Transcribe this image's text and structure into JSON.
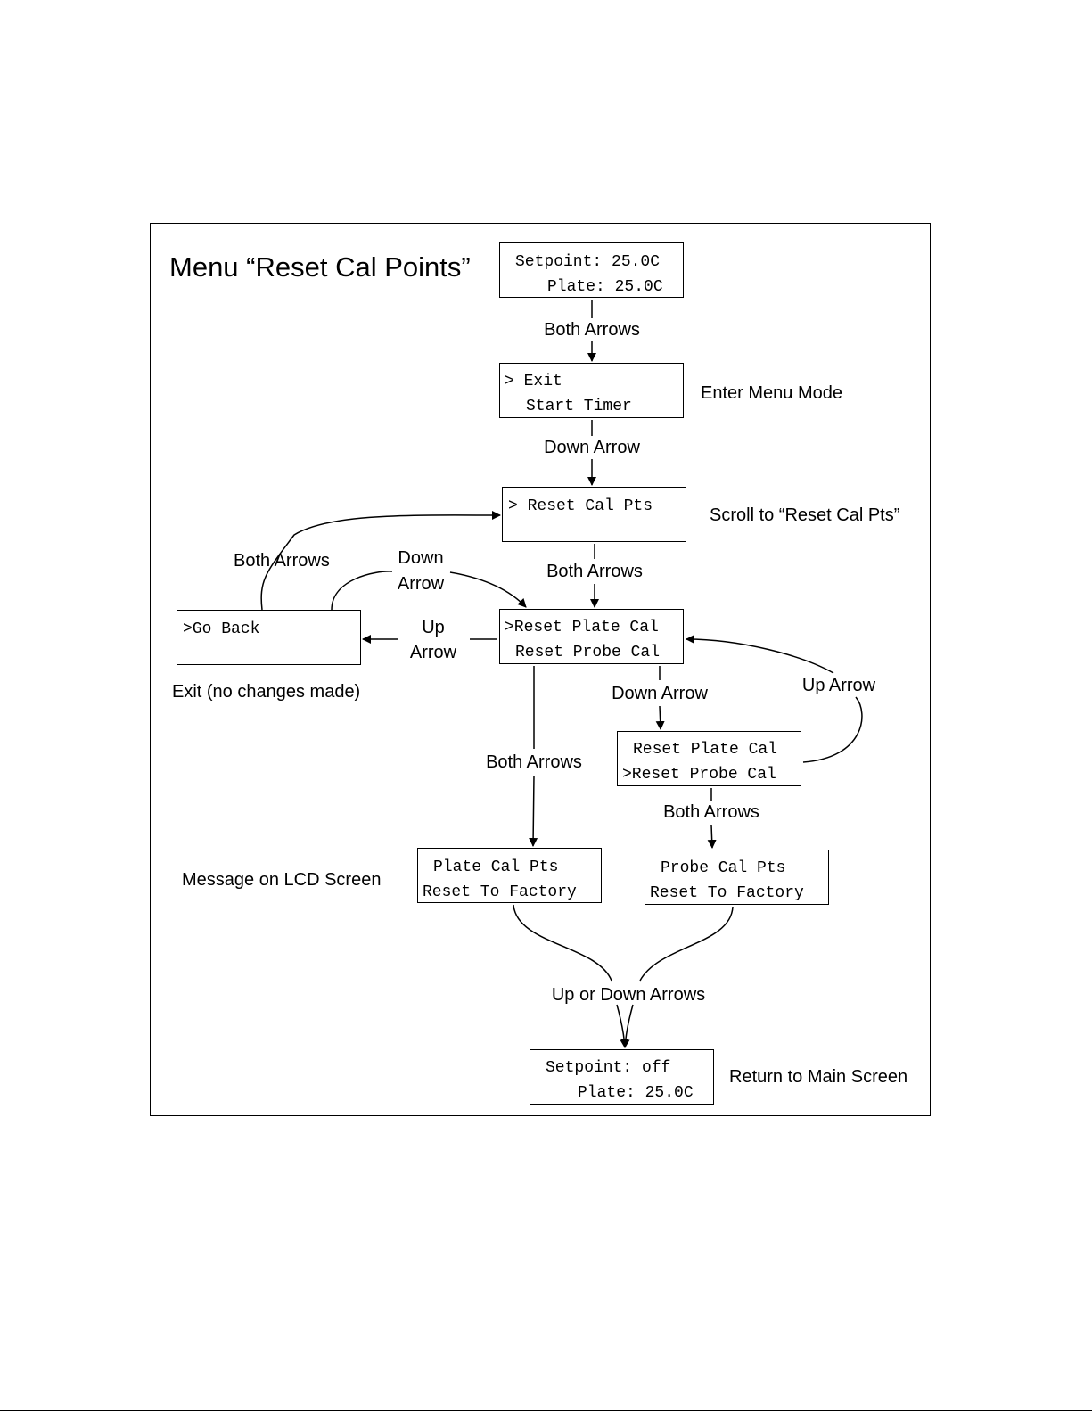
{
  "title": "Menu “Reset Cal Points”",
  "screens": {
    "main_start": {
      "line1": "Setpoint: 25.0C",
      "line2": "Plate: 25.0C"
    },
    "menu_exit": {
      "line1": "> Exit",
      "line2": "Start Timer"
    },
    "menu_reset_cal": {
      "line1": "> Reset Cal Pts",
      "line2": ""
    },
    "go_back": {
      "line1": ">Go Back",
      "line2": ""
    },
    "reset_plate_selected": {
      "line1": ">Reset Plate Cal",
      "line2": "Reset Probe Cal"
    },
    "reset_probe_selected": {
      "line1": "Reset Plate Cal",
      "line2": ">Reset Probe Cal"
    },
    "plate_msg": {
      "line1": "Plate Cal Pts",
      "line2": "Reset To Factory"
    },
    "probe_msg": {
      "line1": "Probe Cal Pts",
      "line2": "Reset To Factory"
    },
    "main_end": {
      "line1": "Setpoint: off",
      "line2": "Plate: 25.0C"
    }
  },
  "transitions": {
    "both_arrows_1": "Both Arrows",
    "down_arrow_1": "Down Arrow",
    "both_arrows_2": "Both Arrows",
    "both_arrows_back": "Both Arrows",
    "down_arrow_back_1": "Down",
    "down_arrow_back_2": "Arrow",
    "up_arrow_left_1": "Up",
    "up_arrow_left_2": "Arrow",
    "down_arrow_2": "Down Arrow",
    "up_arrow_right": "Up Arrow",
    "both_arrows_plate": "Both Arrows",
    "both_arrows_probe": "Both Arrows",
    "up_or_down": "Up or Down Arrows"
  },
  "notes": {
    "enter_menu": "Enter Menu Mode",
    "scroll_to": "Scroll to “Reset Cal Pts”",
    "exit_no_changes": "Exit (no changes made)",
    "message_lcd": "Message on LCD Screen",
    "return_main": "Return to Main Screen"
  }
}
